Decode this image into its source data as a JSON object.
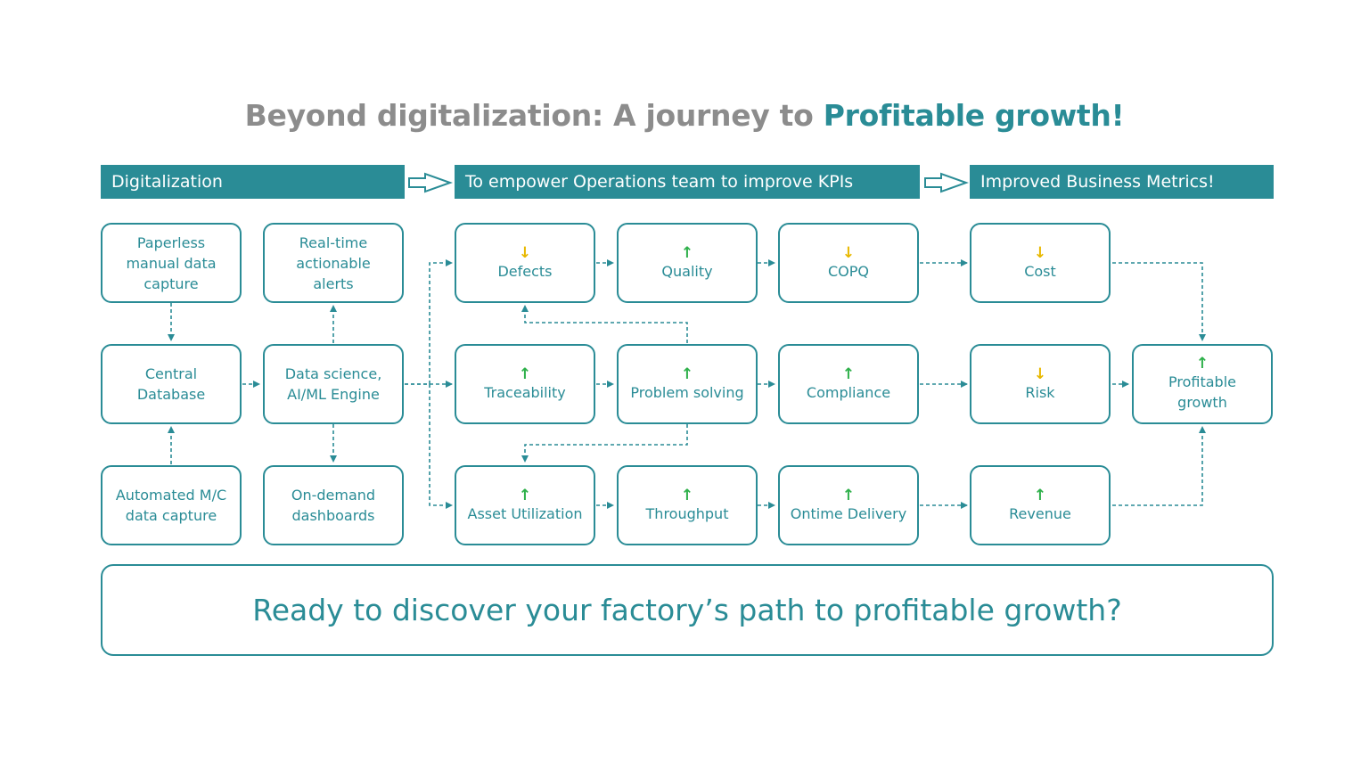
{
  "title": {
    "main": "Beyond digitalization: A journey to ",
    "accent": "Profitable growth",
    "end": "!"
  },
  "headers": {
    "digitalization": "Digitalization",
    "empower": "To empower Operations team to improve KPIs",
    "metrics": "Improved Business Metrics!"
  },
  "nodes": {
    "paperless": {
      "label": "Paperless\nmanual data\ncapture"
    },
    "realtime": {
      "label": "Real-time\nactionable\nalerts"
    },
    "central": {
      "label": "Central\nDatabase"
    },
    "datascience": {
      "label": "Data science,\nAI/ML Engine"
    },
    "automated": {
      "label": "Automated M/C\ndata capture"
    },
    "ondemand": {
      "label": "On-demand\ndashboards"
    },
    "defects": {
      "label": "Defects",
      "arrow": "↓"
    },
    "quality": {
      "label": "Quality",
      "arrow": "↑"
    },
    "copq": {
      "label": "COPQ",
      "arrow": "↓"
    },
    "traceability": {
      "label": "Traceability",
      "arrow": "↑"
    },
    "problem": {
      "label": "Problem solving",
      "arrow": "↑"
    },
    "compliance": {
      "label": "Compliance",
      "arrow": "↑"
    },
    "asset": {
      "label": "Asset Utilization",
      "arrow": "↑"
    },
    "throughput": {
      "label": "Throughput",
      "arrow": "↑"
    },
    "ontime": {
      "label": "Ontime Delivery",
      "arrow": "↑"
    },
    "cost": {
      "label": "Cost",
      "arrow": "↓"
    },
    "risk": {
      "label": "Risk",
      "arrow": "↓"
    },
    "revenue": {
      "label": "Revenue",
      "arrow": "↑"
    },
    "profitable": {
      "label": "Profitable\ngrowth",
      "arrow": "↑"
    }
  },
  "cta": "Ready to discover your factory’s path to profitable growth?",
  "colors": {
    "teal": "#2a8c96",
    "up": "#2eb04a",
    "down": "#e8b800",
    "title_gray": "#8c8c8c"
  }
}
